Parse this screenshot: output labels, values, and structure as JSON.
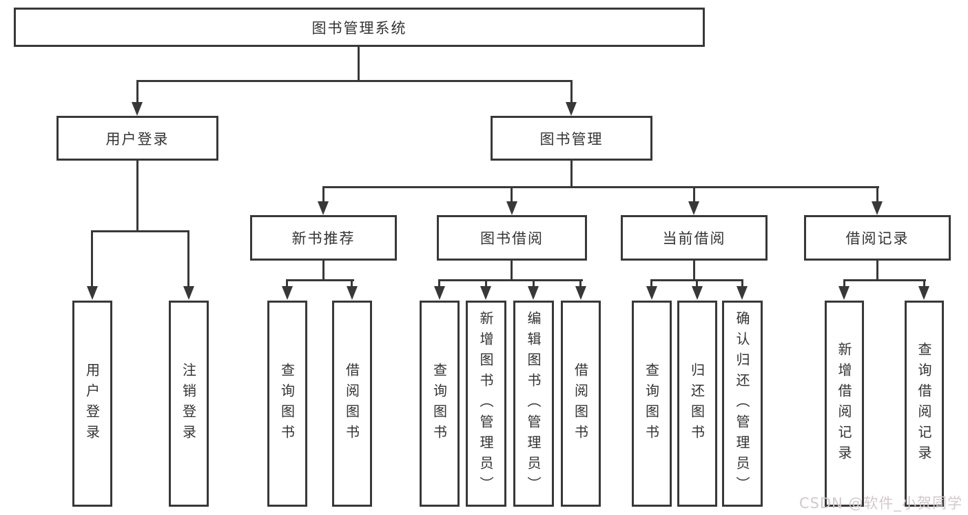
{
  "diagram": {
    "title_node": {
      "label": "图书管理系统"
    },
    "level2": {
      "user_login": {
        "label": "用户登录"
      },
      "book_mgmt": {
        "label": "图书管理"
      }
    },
    "level3": {
      "new_book_rec": {
        "label": "新书推荐"
      },
      "book_borrow": {
        "label": "图书借阅"
      },
      "current_borrow": {
        "label": "当前借阅"
      },
      "borrow_record": {
        "label": "借阅记录"
      }
    },
    "leaves": {
      "user_login_1": {
        "label": "用户登录",
        "parent": "用户登录"
      },
      "user_login_2": {
        "label": "注销登录",
        "parent": "用户登录"
      },
      "new_book_rec_1": {
        "label": "查询图书",
        "parent": "新书推荐"
      },
      "new_book_rec_2": {
        "label": "借阅图书",
        "parent": "新书推荐"
      },
      "book_borrow_1": {
        "label": "查询图书",
        "parent": "图书借阅"
      },
      "book_borrow_2": {
        "label": "新增图书（管理员）",
        "parent": "图书借阅"
      },
      "book_borrow_3": {
        "label": "编辑图书（管理员）",
        "parent": "图书借阅"
      },
      "book_borrow_4": {
        "label": "借阅图书",
        "parent": "图书借阅"
      },
      "current_borrow_1": {
        "label": "查询图书",
        "parent": "当前借阅"
      },
      "current_borrow_2": {
        "label": "归还图书",
        "parent": "当前借阅"
      },
      "current_borrow_3": {
        "label": "确认归还（管理员）",
        "parent": "当前借阅"
      },
      "borrow_record_1": {
        "label": "新增借阅记录",
        "parent": "借阅记录"
      },
      "borrow_record_2": {
        "label": "查询借阅记录",
        "parent": "借阅记录"
      }
    }
  },
  "watermark": {
    "text": "CSDN @软件_小贺同学",
    "color": "#d2c8cb"
  },
  "colors": {
    "line": "#383838",
    "box_border": "#383838",
    "text": "#333333",
    "background": "#ffffff"
  }
}
